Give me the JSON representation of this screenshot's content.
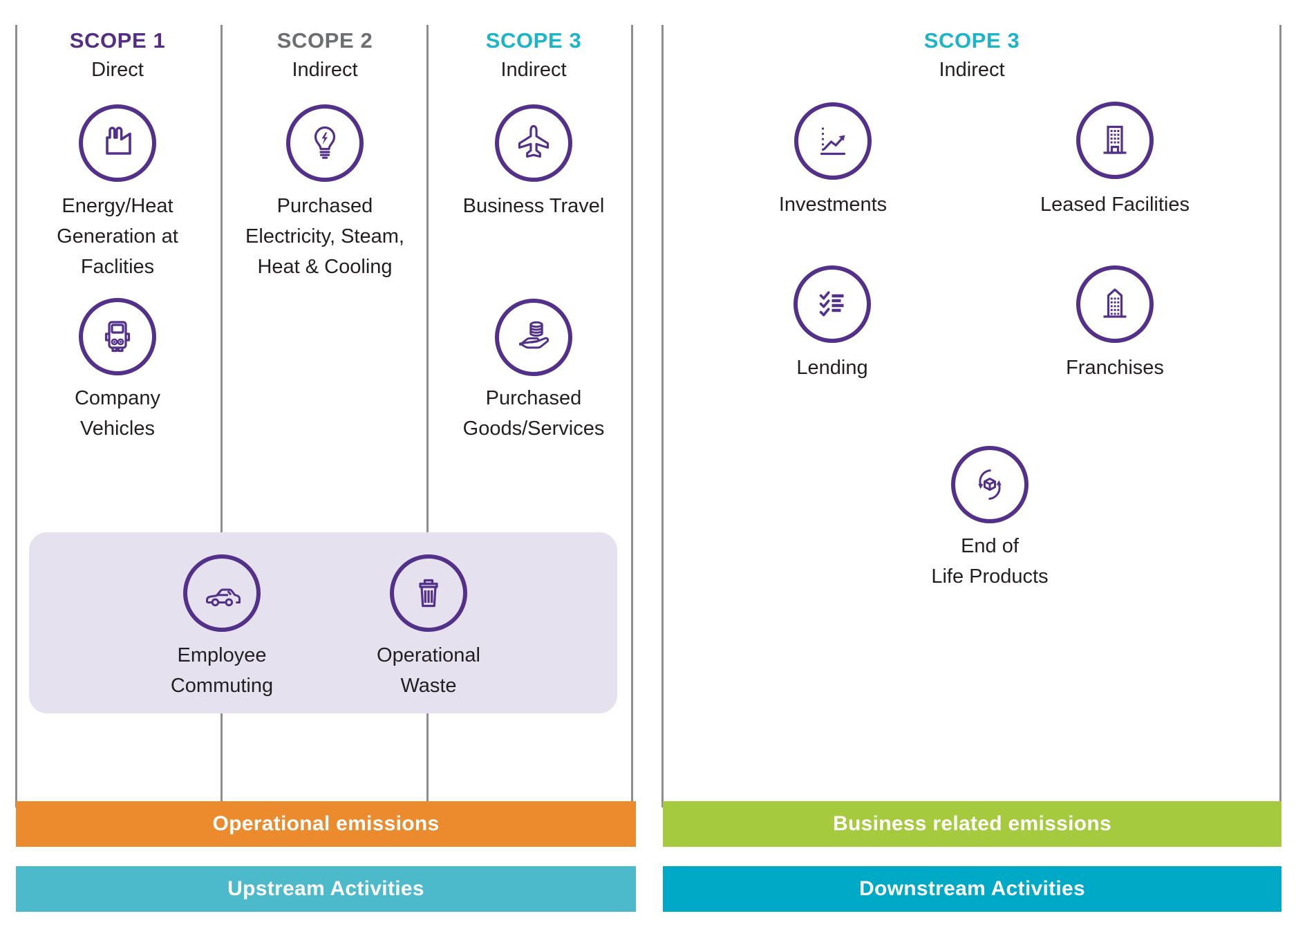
{
  "palette": {
    "purple": "#542D87",
    "icon_purple": "#53308A",
    "gray": "#6D6E71",
    "teal": "#1CB4C8",
    "text": "#231F20",
    "line": "#8E8E90",
    "box_bg": "#E5E1EF",
    "orange": "#EB8B2D",
    "upstream": "#4CBACB",
    "green": "#A5CA3D",
    "downstream": "#00A9C6"
  },
  "left": {
    "columns": [
      {
        "scope": "SCOPE 1",
        "kind": "Direct"
      },
      {
        "scope": "SCOPE 2",
        "kind": "Indirect"
      },
      {
        "scope": "SCOPE 3",
        "kind": "Indirect"
      }
    ],
    "items": {
      "energy": "Energy/Heat\nGeneration at\nFaclities",
      "vehicles": "Company\nVehicles",
      "electricity": "Purchased\nElectricity, Steam,\nHeat & Cooling",
      "travel": "Business Travel",
      "goods": "Purchased\nGoods/Services"
    },
    "box_items": {
      "commuting": "Employee\nCommuting",
      "waste": "Operational\nWaste"
    },
    "bars": {
      "emissions": "Operational emissions",
      "activities": "Upstream Activities"
    }
  },
  "right": {
    "scope": "SCOPE 3",
    "kind": "Indirect",
    "items": {
      "investments": "Investments",
      "leased": "Leased Facilities",
      "lending": "Lending",
      "franchises": "Franchises",
      "endoflife": "End of\nLife Products"
    },
    "bars": {
      "emissions": "Business related emissions",
      "activities": "Downstream Activities"
    }
  }
}
